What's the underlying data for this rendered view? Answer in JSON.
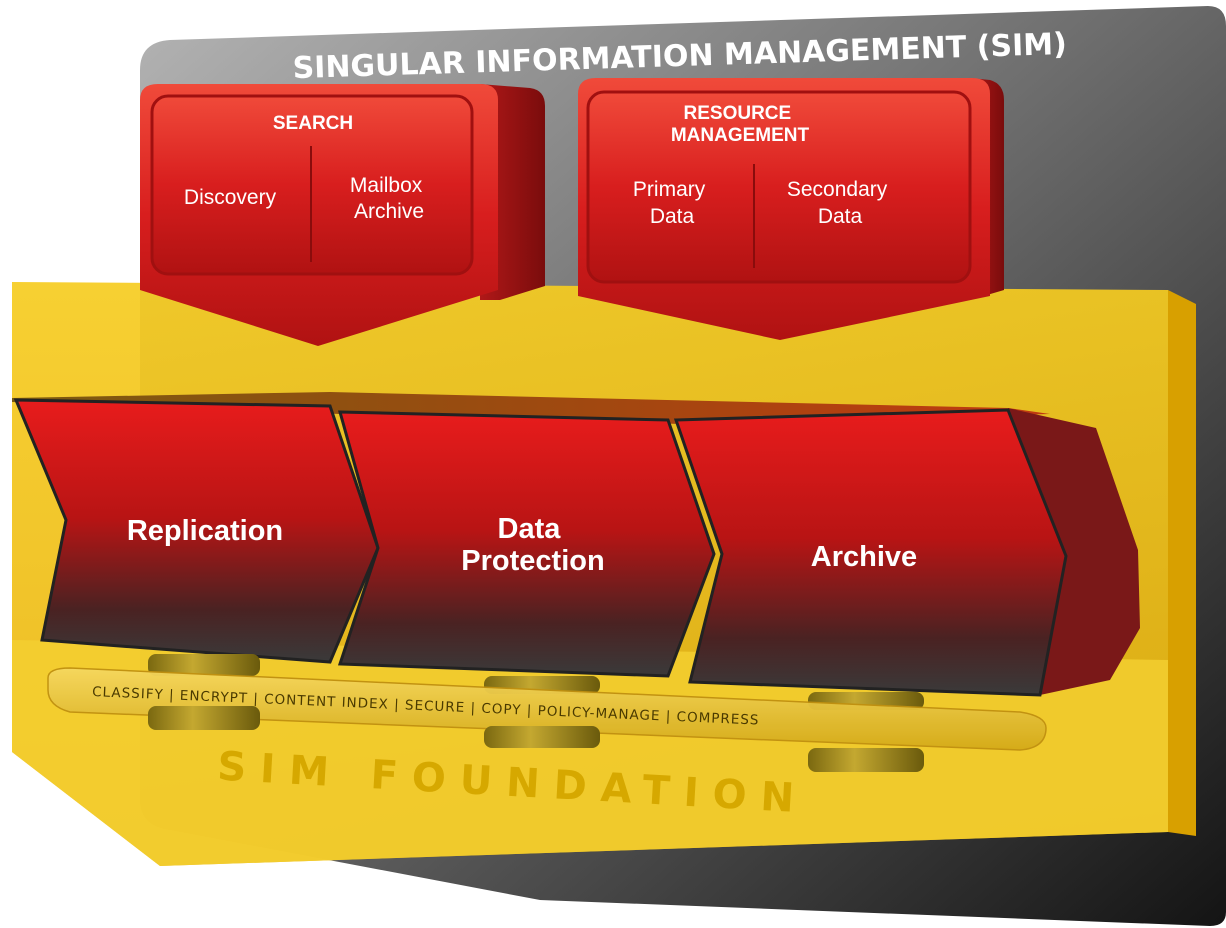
{
  "title": "SINGULAR INFORMATION MANAGEMENT (SIM)",
  "modules": {
    "search": {
      "heading": "SEARCH",
      "left": [
        "Discovery"
      ],
      "right": [
        "Mailbox",
        "Archive"
      ]
    },
    "resource": {
      "heading": [
        "RESOURCE",
        "MANAGEMENT"
      ],
      "left": [
        "Primary",
        "Data"
      ],
      "right": [
        "Secondary",
        "Data"
      ]
    }
  },
  "stages": [
    {
      "lines": [
        "Replication"
      ]
    },
    {
      "lines": [
        "Data",
        "Protection"
      ]
    },
    {
      "lines": [
        "Archive"
      ]
    }
  ],
  "services": [
    "CLASSIFY",
    "ENCRYPT",
    "CONTENT INDEX",
    "SECURE",
    "COPY",
    "POLICY-MANAGE",
    "COMPRESS"
  ],
  "foundation_label": "SIM FOUNDATION",
  "colors": {
    "panel_dark": "#2a2a2a",
    "panel_light": "#9a9a9a",
    "red": "#d81e1e",
    "red_dark": "#8a1010",
    "yellow": "#f2c418",
    "yellow_dark": "#d9a800",
    "cylinder": "#a0891a"
  }
}
